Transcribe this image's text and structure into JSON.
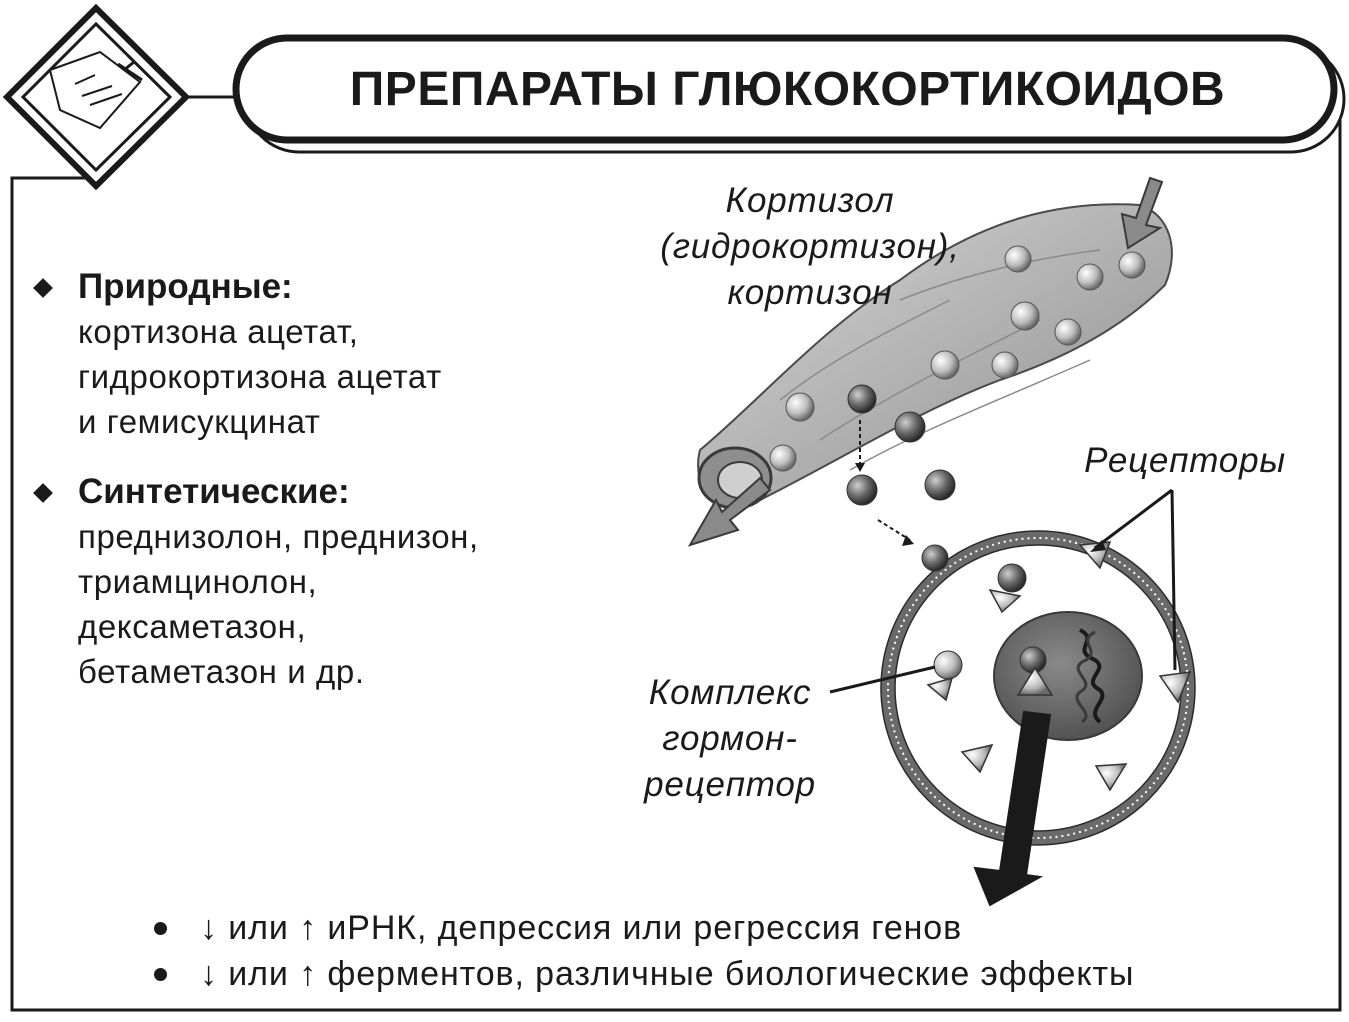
{
  "title": "ПРЕПАРАТЫ ГЛЮКОКОРТИКОИДОВ",
  "icon": "document-pen-icon",
  "natural": {
    "heading": "Природные:",
    "items": [
      "кортизона ацетат,",
      "гидрокортизона ацетат",
      "и  гемисукцинат"
    ]
  },
  "synthetic": {
    "heading": "Синтетические:",
    "items": [
      "преднизолон, преднизон,",
      "триамцинолон,",
      "дексаметазон,",
      "бетаметазон и др."
    ]
  },
  "diagram": {
    "cortisol_label": [
      "Кортизол",
      "(гидрокортизон),",
      "кортизон"
    ],
    "receptors_label": "Рецепторы",
    "complex_label": [
      "Комплекс",
      "гормон-",
      "рецептор"
    ]
  },
  "effects": [
    "↓ или ↑ иРНК, депрессия или регрессия генов",
    "↓ или ↑ ферментов, различные биологические эффекты"
  ],
  "colors": {
    "ink": "#1a1a1a",
    "background": "#ffffff",
    "vessel": "#b8b8b8",
    "nucleus": "#6e6e6e"
  }
}
